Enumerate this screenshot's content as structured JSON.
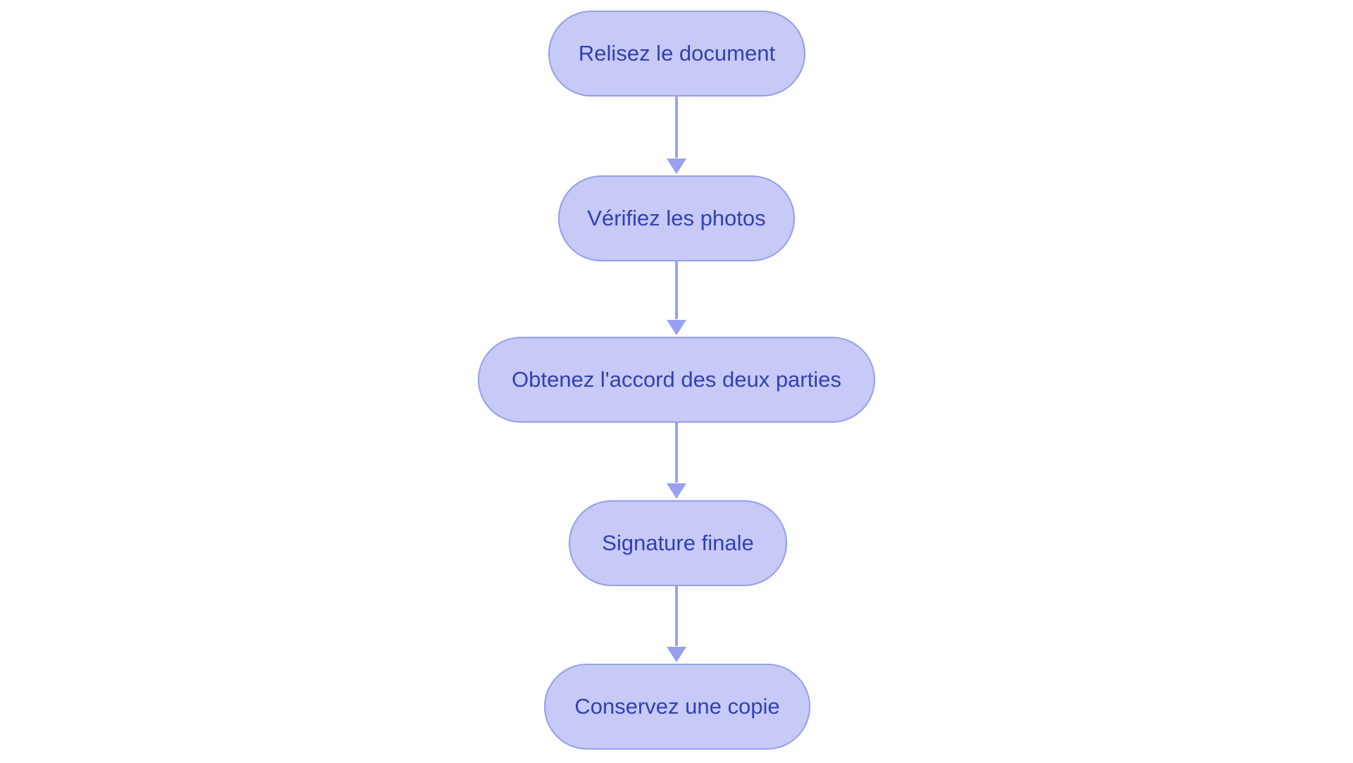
{
  "diagram": {
    "type": "flowchart",
    "direction": "top-down",
    "nodes": [
      {
        "id": 1,
        "label": "Relisez le document"
      },
      {
        "id": 2,
        "label": "Vérifiez les photos"
      },
      {
        "id": 3,
        "label": "Obtenez l'accord des deux parties"
      },
      {
        "id": 4,
        "label": "Signature finale"
      },
      {
        "id": 5,
        "label": "Conservez une copie"
      }
    ],
    "edges": [
      {
        "from": "Relisez le document",
        "to": "Vérifiez les photos"
      },
      {
        "from": "Vérifiez les photos",
        "to": "Obtenez l'accord des deux parties"
      },
      {
        "from": "Obtenez l'accord des deux parties",
        "to": "Signature finale"
      },
      {
        "from": "Signature finale",
        "to": "Conservez une copie"
      }
    ]
  },
  "colors": {
    "background": "#ffffff",
    "node_fill": "#c7c9f6",
    "node_border": "#959eec",
    "node_text": "#3340b3",
    "arrow_color": "#98a1ef"
  }
}
